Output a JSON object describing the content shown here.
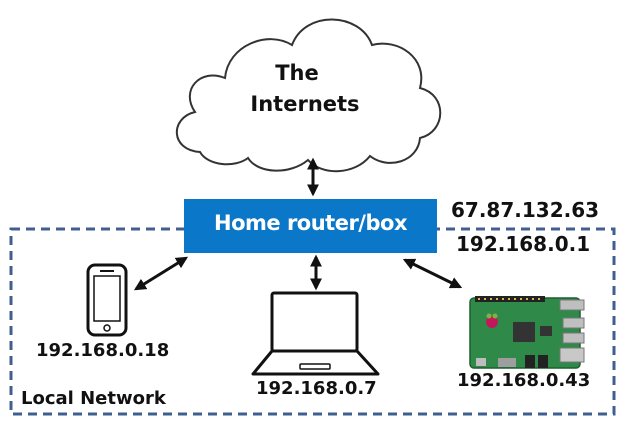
{
  "cloud": {
    "line1": "The",
    "line2": "Internets"
  },
  "router": {
    "label": "Home router/box",
    "color": "#0b77c9",
    "public_ip": "67.87.132.63",
    "local_ip": "192.168.0.1"
  },
  "network": {
    "label": "Local Network",
    "border_color": "#3f5f8f"
  },
  "devices": {
    "phone": {
      "icon": "smartphone-icon",
      "ip": "192.168.0.18"
    },
    "laptop": {
      "icon": "laptop-icon",
      "ip": "192.168.0.7"
    },
    "pi": {
      "icon": "raspberry-pi-board-icon",
      "ip": "192.168.0.43"
    }
  }
}
